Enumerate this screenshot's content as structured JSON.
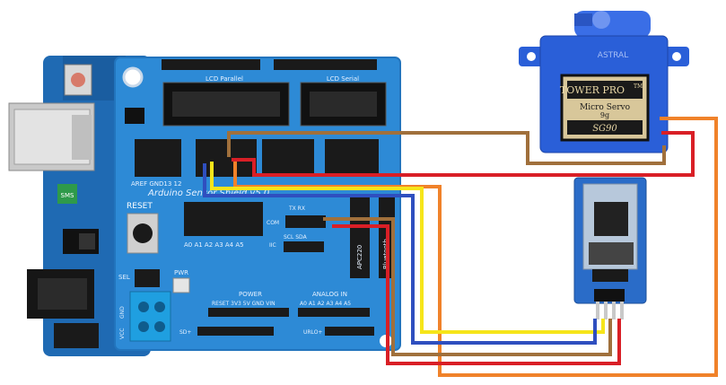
{
  "shield": {
    "title": "Arduino Sensor Shield v5.0",
    "lcd_parallel": "LCD Parallel",
    "lcd_serial": "LCD Serial",
    "reset": "RESET",
    "aref_row": "AREF GND13 12",
    "analog_pins_top": "A0 A1 A2 A3 A4 A5",
    "com": "COM",
    "tx_rx": "TX RX",
    "scl_sda": "SCL SDA",
    "iic": "IIC",
    "apc220": "APC220",
    "bluetooth": "Bluetooth",
    "pwr": "PWR",
    "sel": "SEL",
    "gnd": "GND",
    "vcc": "VCC",
    "power_header": "POWER",
    "power_pins": "RESET 3V3 5V GND VIN",
    "analog_in_header": "ANALOG IN",
    "analog_in_pins": "A0 A1 A2 A3 A4 A5",
    "sd": "SD+",
    "urlo": "URLO+",
    "sms": "SMS"
  },
  "servo": {
    "brand": "TOWER PRO",
    "tm": "TM",
    "model_line": "Micro Servo",
    "weight": "9g",
    "model": "SG90",
    "mark": "ASTRAL"
  },
  "wires": {
    "brown": "#a0703c",
    "red": "#d91f26",
    "orange": "#f0822a",
    "yellow": "#f6e51a",
    "blue": "#2f4fbf"
  },
  "colors": {
    "shield": "#2d8ad6",
    "arduino": "#1f6ab3",
    "servo": "#2a5fd8"
  }
}
